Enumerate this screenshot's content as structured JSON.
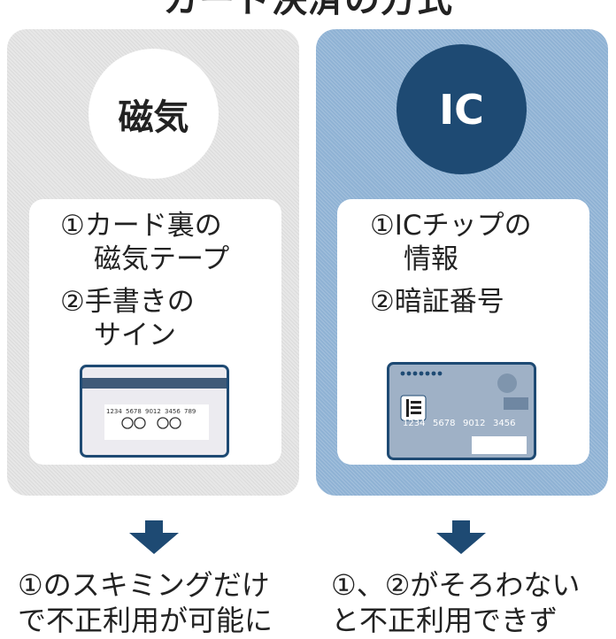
{
  "title": "カード決済の方式",
  "left": {
    "label": "磁気",
    "item1_line1": "①カード裏の",
    "item1_line2": "磁気テープ",
    "item2_line1": "②手書きの",
    "item2_line2": "サイン",
    "card": {
      "nums": [
        "1234",
        "5678",
        "9012",
        "3456",
        "789"
      ]
    },
    "bottom_line1": "①のスキミングだけ",
    "bottom_line2": "で不正利用が可能に"
  },
  "right": {
    "label": "IC",
    "item1_line1": "①ICチップの",
    "item1_line2": "情報",
    "item2_line1": "②暗証番号",
    "card": {
      "nums": [
        "1234",
        "5678",
        "9012",
        "3456"
      ]
    },
    "bottom_line1": "①、②がそろわない",
    "bottom_line2": "と不正利用できず"
  },
  "colors": {
    "accent_dark": "#1e4a73",
    "left_panel": "#e7e7e7",
    "right_panel": "#8fb2d4",
    "arrow": "#1e4a73"
  }
}
